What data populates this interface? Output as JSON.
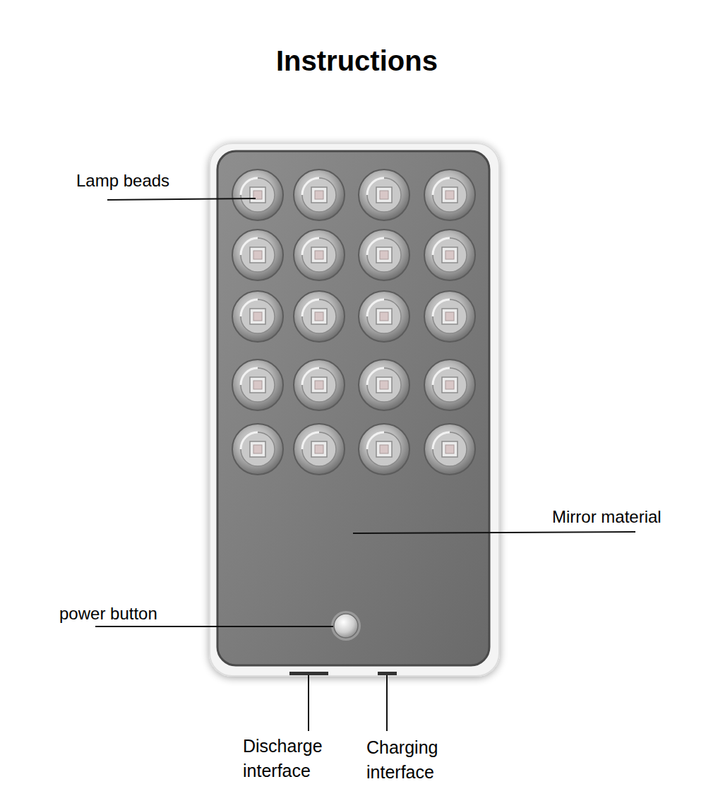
{
  "diagram": {
    "title": "Instructions",
    "labels": [
      "Lamp beads",
      "Mirror material",
      "power button",
      "Discharge interface",
      "Charging interface"
    ]
  }
}
